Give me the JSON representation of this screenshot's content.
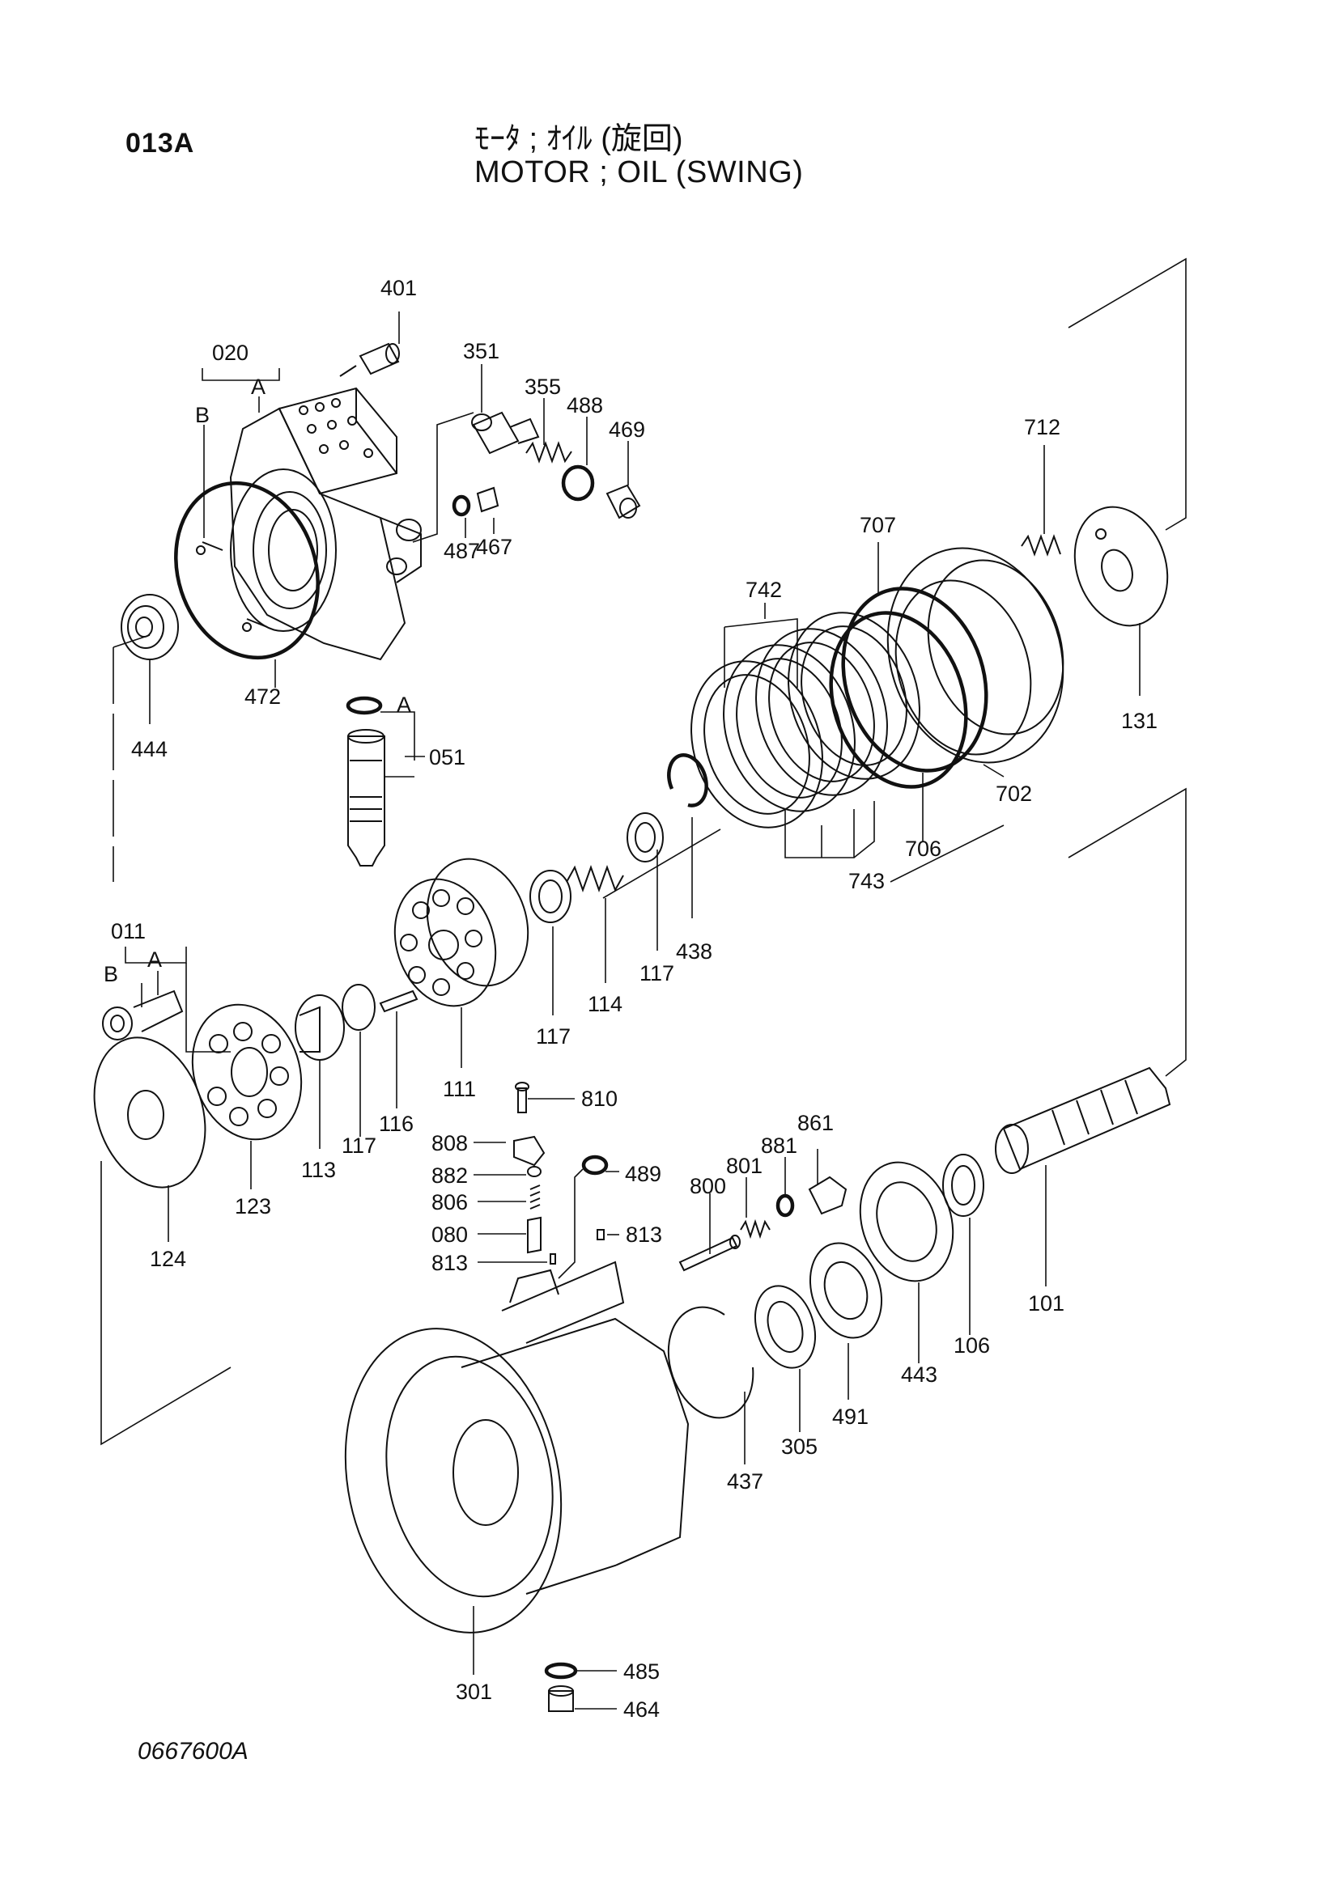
{
  "header": {
    "page_code": "013A",
    "title_jp": "ﾓｰﾀ ; ｵｲﾙ (旋回)",
    "title_en": "MOTOR ; OIL (SWING)"
  },
  "footer": {
    "drawing_number": "0667600A"
  },
  "callouts": {
    "p401": "401",
    "p020": "020",
    "pA1": "A",
    "pB1": "B",
    "p351": "351",
    "p355": "355",
    "p488": "488",
    "p469": "469",
    "p487": "487",
    "p467": "467",
    "p712": "712",
    "p707": "707",
    "p742": "742",
    "p472": "472",
    "p444": "444",
    "pA2": "A",
    "p051": "051",
    "p131": "131",
    "p702": "702",
    "p706": "706",
    "p743": "743",
    "p438": "438",
    "p117a": "117",
    "p114": "114",
    "p117b": "117",
    "p011": "011",
    "pA3": "A",
    "pB3": "B",
    "p111": "111",
    "p116": "116",
    "p117c": "117",
    "p113": "113",
    "p123": "123",
    "p124": "124",
    "p810": "810",
    "p808": "808",
    "p882": "882",
    "p806": "806",
    "p080": "080",
    "p813a": "813",
    "p813b": "813",
    "p489": "489",
    "p800": "800",
    "p801": "801",
    "p881": "881",
    "p861": "861",
    "p101": "101",
    "p106": "106",
    "p443": "443",
    "p491": "491",
    "p305": "305",
    "p437": "437",
    "p301": "301",
    "p485": "485",
    "p464": "464"
  }
}
